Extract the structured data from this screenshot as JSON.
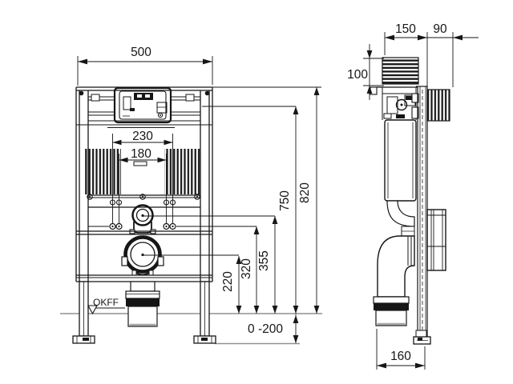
{
  "drawing": {
    "front": {
      "width": "500",
      "opening_outer": "230",
      "opening_inner": "180",
      "height_total": "820",
      "height_frame": "750",
      "flush_height": "355",
      "bolt_height": "320",
      "outlet_height": "220",
      "foot_adjust": "0 -200",
      "floor_datum": "OKFF"
    },
    "side": {
      "frame_depth": "150",
      "rear_offset": "90",
      "tank_top": "100",
      "outlet_offset": "160"
    }
  },
  "colors": {
    "line": "#161616",
    "floor_line": "#909090",
    "coupling_band": "#151515",
    "background": "#ffffff"
  }
}
